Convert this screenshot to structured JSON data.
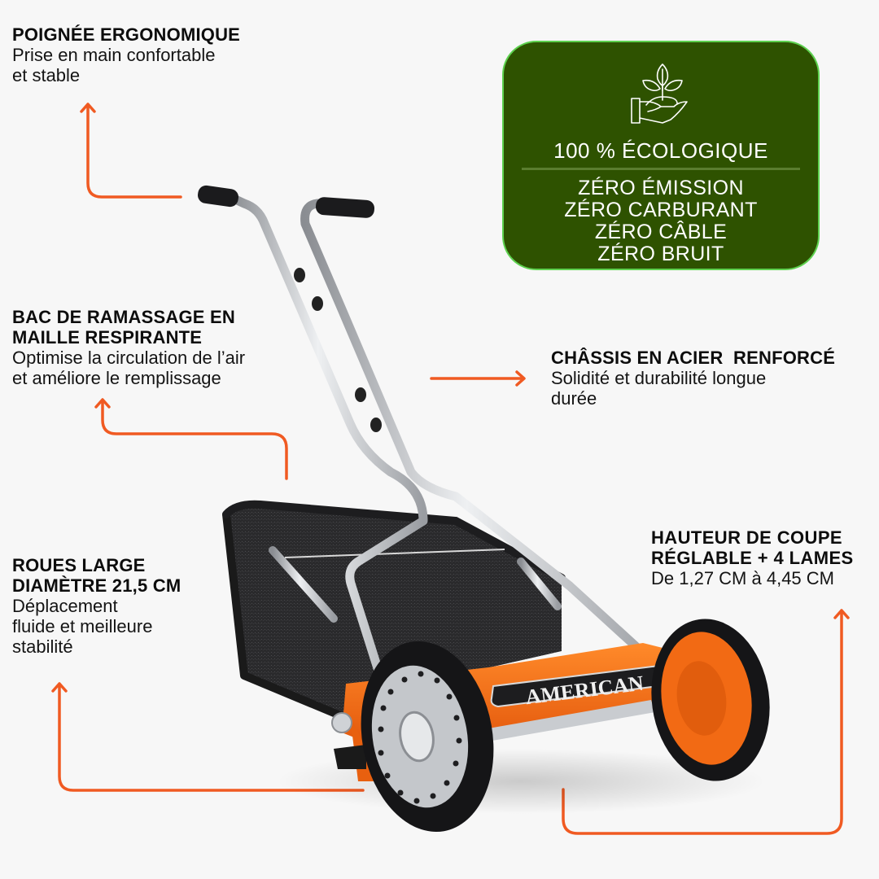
{
  "colors": {
    "background": "#f7f7f7",
    "accent_arrow": "#f05a22",
    "eco_box_bg": "#2e5200",
    "eco_box_border": "#5ed14f",
    "mower_orange": "#f26a14"
  },
  "features": {
    "handle": {
      "title": "POIGNÉE ERGONOMIQUE",
      "description": "Prise en main confortable\net stable"
    },
    "basket": {
      "title": "BAC DE RAMASSAGE EN\nMAILLE RESPIRANTE",
      "description": "Optimise la circulation de l’air\net améliore le remplissage"
    },
    "chassis": {
      "title": "CHÂSSIS EN ACIER  RENFORCÉ",
      "description": "Solidité et durabilité longue\ndurée"
    },
    "wheels": {
      "title": "ROUES LARGE\nDIAMÈTRE 21,5 CM",
      "description": "Déplacement\nfluide et meilleure\nstabilité"
    },
    "cut_height": {
      "title": "HAUTEUR DE COUPE\nRÉGLABLE + 4 LAMES",
      "description": "De 1,27 CM à 4,45 CM"
    }
  },
  "eco_box": {
    "icon": "hand-plant-icon",
    "title": "100 % ÉCOLOGIQUE",
    "items": [
      "ZÉRO ÉMISSION",
      "ZÉRO CARBURANT",
      "ZÉRO CÂBLE",
      "ZÉRO BRUIT"
    ]
  },
  "product": {
    "image": "push-reel-lawn-mower",
    "brand_label": "AMERICAN"
  }
}
